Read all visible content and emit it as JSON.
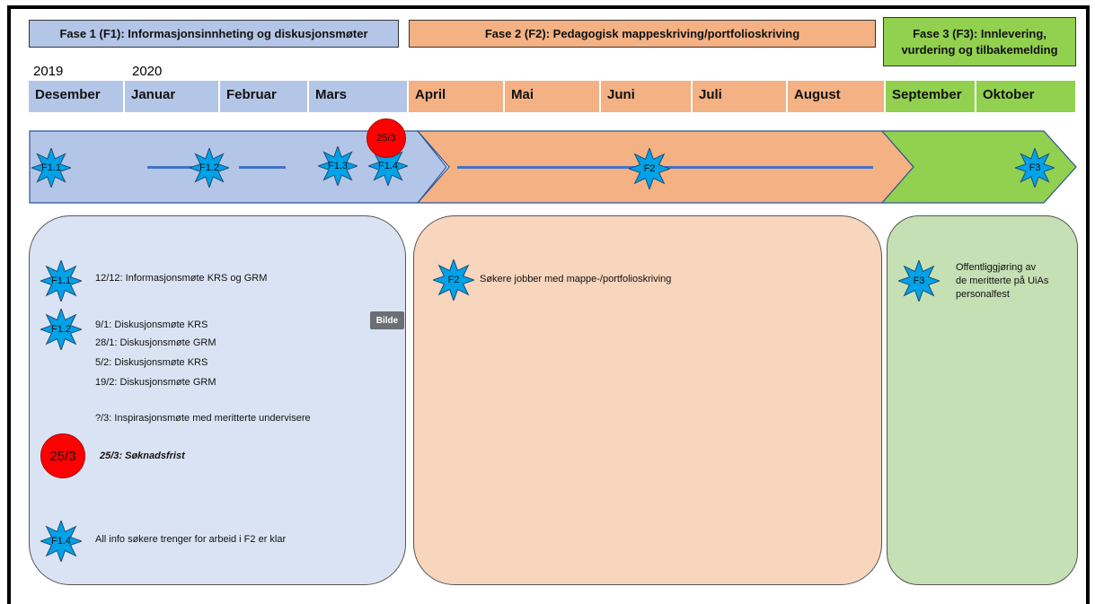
{
  "phases": [
    {
      "label": "Fase 1 (F1): Informasjonsinnheting og diskusjonsmøter",
      "color": "#b4c6e7"
    },
    {
      "label": "Fase 2 (F2): Pedagogisk mappeskriving/portfolioskriving",
      "color": "#f4b183"
    },
    {
      "label": "Fase 3 (F3): Innlevering, vurdering og tilbakemelding",
      "color": "#92d050"
    }
  ],
  "years": [
    "2019",
    "2020"
  ],
  "months": [
    "Desember",
    "Januar",
    "Februar",
    "Mars",
    "April",
    "Mai",
    "Juni",
    "Juli",
    "August",
    "September",
    "Oktober"
  ],
  "timeline": {
    "f1_1": "F1.1",
    "f1_2": "F1.2",
    "f1_3": "F1.3",
    "f1_4": "F1.4",
    "deadline": "25/3",
    "f2": "F2",
    "f3": "F3"
  },
  "panel1": {
    "f1_1_badge": "F1.1",
    "f1_1_text": "12/12: Informasjonsmøte KRS og GRM",
    "f1_2_badge": "F1.2",
    "meetings": [
      "9/1: Diskusjonsmøte KRS",
      "28/1: Diskusjonsmøte GRM",
      "5/2: Diskusjonsmøte KRS",
      "19/2: Diskusjonsmøte GRM"
    ],
    "inspiration": "?/3: Inspirasjonsmøte med meritterte undervisere",
    "deadline_badge": "25/3",
    "deadline_text": "25/3: Søknadsfrist",
    "f1_4_badge": "F1.4",
    "f1_4_text": "All info søkere trenger for arbeid i F2 er klar",
    "tooltip": "Bilde"
  },
  "panel2": {
    "badge": "F2",
    "text": "Søkere jobber med mappe-/portfolioskriving"
  },
  "panel3": {
    "badge": "F3",
    "text": [
      "Offentliggjøring av",
      "de meritterte på UiAs",
      "personalfest"
    ]
  },
  "colors": {
    "phase1_light": "#dae3f3",
    "phase2_light": "#f8d5bd",
    "phase3_light": "#c5e0b4",
    "star": "#00a2e8",
    "star_border": "#1f4e79",
    "line": "#4472c4",
    "deadline": "#ff0000"
  }
}
